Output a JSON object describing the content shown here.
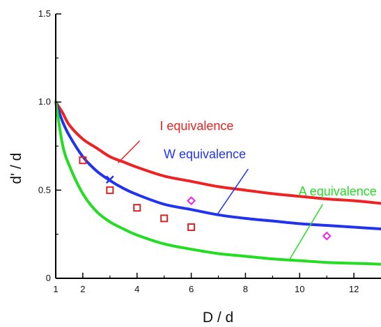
{
  "chart_data": {
    "type": "line",
    "xlabel": "D / d",
    "ylabel": "d' / d",
    "xlim": [
      1,
      13
    ],
    "ylim": [
      0,
      1.5
    ],
    "x_ticks": [
      {
        "value": 1,
        "label": "1"
      },
      {
        "value": 2,
        "label": "2"
      },
      {
        "value": 4,
        "label": "4"
      },
      {
        "value": 6,
        "label": "6"
      },
      {
        "value": 8,
        "label": "8"
      },
      {
        "value": 10,
        "label": "10"
      },
      {
        "value": 12,
        "label": "12"
      }
    ],
    "y_ticks": [
      {
        "value": 0,
        "label": "0"
      },
      {
        "value": 0.5,
        "label": "0.5"
      },
      {
        "value": 1,
        "label": "1.0"
      },
      {
        "value": 1.5,
        "label": "1.5"
      }
    ],
    "x_minor_ticks": [
      3,
      5,
      7,
      9,
      11
    ],
    "y_minor_ticks": [
      0.25,
      0.75,
      1.25
    ],
    "grid": false,
    "legend": "none",
    "series": [
      {
        "name": "I equivalence",
        "color": "#ee2222",
        "x": [
          1,
          1.25,
          1.5,
          2,
          2.5,
          3,
          3.5,
          4,
          5,
          6,
          7,
          8,
          9,
          10,
          11,
          12,
          13
        ],
        "y": [
          1.0,
          0.94,
          0.87,
          0.79,
          0.74,
          0.69,
          0.66,
          0.63,
          0.58,
          0.55,
          0.52,
          0.5,
          0.48,
          0.465,
          0.45,
          0.44,
          0.425
        ]
      },
      {
        "name": "W equivalence",
        "color": "#2233ee",
        "x": [
          1,
          1.25,
          1.5,
          2,
          2.5,
          3,
          3.5,
          4,
          5,
          6,
          7,
          8,
          9,
          10,
          11,
          12,
          13
        ],
        "y": [
          1.0,
          0.89,
          0.81,
          0.69,
          0.61,
          0.555,
          0.51,
          0.475,
          0.42,
          0.39,
          0.36,
          0.34,
          0.325,
          0.31,
          0.3,
          0.29,
          0.28
        ]
      },
      {
        "name": "A equivalence",
        "color": "#22dd22",
        "x": [
          1,
          1.25,
          1.5,
          2,
          2.5,
          3,
          3.5,
          4,
          5,
          6,
          7,
          8,
          9,
          10,
          11,
          12,
          13
        ],
        "y": [
          1.0,
          0.76,
          0.64,
          0.48,
          0.38,
          0.32,
          0.28,
          0.245,
          0.195,
          0.165,
          0.14,
          0.125,
          0.11,
          0.1,
          0.09,
          0.085,
          0.08
        ]
      }
    ],
    "markers": [
      {
        "shape": "square",
        "color": "#dd2222",
        "points": [
          [
            2,
            0.67
          ],
          [
            3,
            0.5
          ],
          [
            4,
            0.4
          ],
          [
            5,
            0.34
          ],
          [
            6,
            0.29
          ]
        ]
      },
      {
        "shape": "cross",
        "color": "#2233ee",
        "points": [
          [
            3,
            0.56
          ]
        ]
      },
      {
        "shape": "diamond",
        "color": "#ee22ee",
        "points": [
          [
            6,
            0.44
          ],
          [
            11,
            0.24
          ]
        ]
      }
    ],
    "annotations": [
      {
        "text": "I equivalence",
        "series": 0,
        "color": "#ee2222",
        "text_x": 6.2,
        "text_y": 0.84,
        "line_from": [
          4.1,
          0.78
        ],
        "line_to": [
          3.3,
          0.655
        ]
      },
      {
        "text": "W equivalence",
        "series": 1,
        "color": "#2233ee",
        "text_x": 6.5,
        "text_y": 0.68,
        "line_from": [
          8.1,
          0.62
        ],
        "line_to": [
          6.95,
          0.36
        ]
      },
      {
        "text": "A equivalence",
        "series": 2,
        "color": "#22dd22",
        "text_x": 11.4,
        "text_y": 0.47,
        "line_from": [
          10.85,
          0.42
        ],
        "line_to": [
          9.6,
          0.1
        ]
      }
    ]
  }
}
